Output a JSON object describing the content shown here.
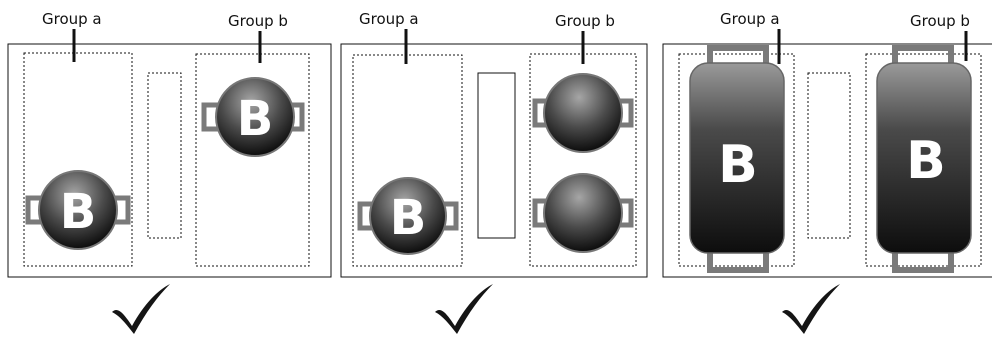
{
  "panels": [
    {
      "group_a_label": "Group a",
      "group_b_label": "Group b",
      "items": [
        {
          "kind": "round-with-side-handles",
          "text": "B"
        },
        {
          "kind": "round-with-side-handles",
          "text": "B"
        }
      ],
      "status": "check-icon"
    },
    {
      "group_a_label": "Group a",
      "group_b_label": "Group b",
      "items": [
        {
          "kind": "round-with-side-handles",
          "text": "B"
        },
        {
          "kind": "round-with-side-handles",
          "text": ""
        },
        {
          "kind": "round-with-side-handles",
          "text": ""
        }
      ],
      "status": "check-icon"
    },
    {
      "group_a_label": "Group a",
      "group_b_label": "Group b",
      "items": [
        {
          "kind": "tall-with-top-bottom-handles",
          "text": "B"
        },
        {
          "kind": "tall-with-top-bottom-handles",
          "text": "B"
        }
      ],
      "status": "check-icon"
    }
  ],
  "colors": {
    "outline": "#111111",
    "handle": "#7a7a7a",
    "body_light": "#9a9a9a",
    "body_dark": "#0f0f0f",
    "check": "#151515"
  }
}
